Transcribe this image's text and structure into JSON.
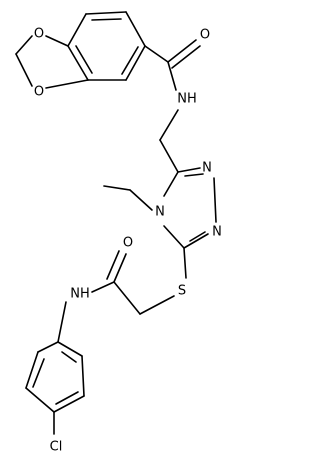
{
  "molecule": {
    "atoms": {
      "o_carbonyl_amide": "O",
      "nh_amide": "NH",
      "o_dioxole_top": "O",
      "o_dioxole_bottom": "O",
      "n_triazole_3": "N",
      "n_triazole_2": "N",
      "n_triazole_4": "N",
      "s_thioether": "S",
      "o_carbonyl_anilide": "O",
      "nh_anilide": "NH",
      "cl": "Cl"
    }
  }
}
